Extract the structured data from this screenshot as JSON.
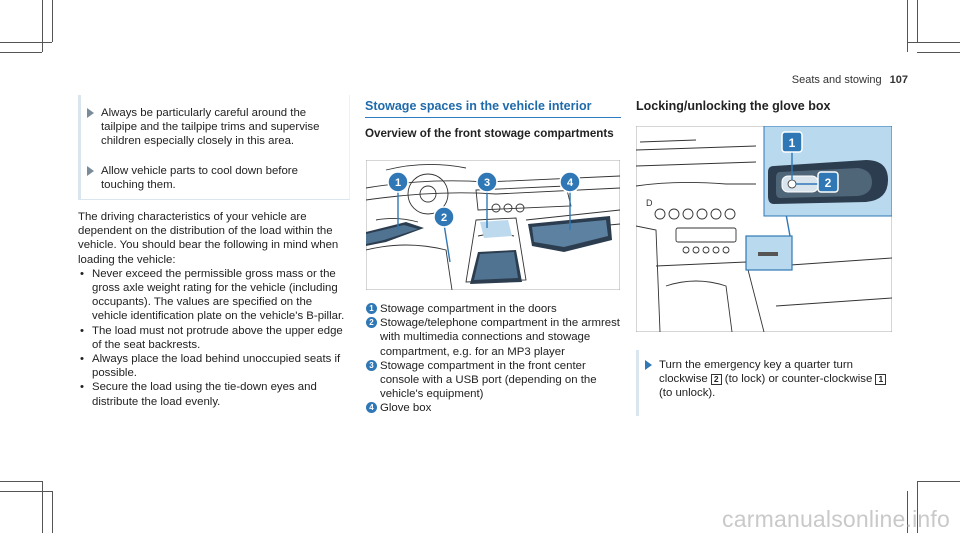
{
  "header": {
    "section": "Seats and stowing",
    "page": "107"
  },
  "left_column": {
    "warning_items": [
      "Always be particularly careful around the tailpipe and the tailpipe trims and supervise children especially closely in this area.",
      "Allow vehicle parts to cool down before touching them."
    ],
    "paragraph": "The driving characteristics of your vehicle are dependent on the distribution of the load within the vehicle. You should bear the following in mind when loading the vehicle:",
    "bullets": [
      "Never exceed the permissible gross mass or the gross axle weight rating for the vehicle (including occupants). The values are specified on the vehicle identification plate on the vehicle's B-pillar.",
      "The load must not protrude above the upper edge of the seat backrests.",
      "Always place the load behind unoccupied seats if possible.",
      "Secure the load using the tie-down eyes and distribute the load evenly."
    ]
  },
  "middle_column": {
    "section_title": "Stowage spaces in the vehicle interior",
    "subsection_title": "Overview of the front stowage compartments",
    "callouts": [
      "1",
      "2",
      "3",
      "4"
    ],
    "legend": [
      {
        "num": "1",
        "text": "Stowage compartment in the doors"
      },
      {
        "num": "2",
        "text": "Stowage/telephone compartment in the armrest with multimedia connections and stowage compartment, e.g. for an MP3 player"
      },
      {
        "num": "3",
        "text": "Stowage compartment in the front center console with a USB port (depending on the vehicle's equipment)"
      },
      {
        "num": "4",
        "text": "Glove box"
      }
    ]
  },
  "right_column": {
    "title": "Locking/unlocking the glove box",
    "callouts": [
      "1",
      "2"
    ],
    "step": {
      "part1": "Turn the emergency key a quarter turn clockwise ",
      "key_lock": "2",
      "part2": " (to lock) or counter-clockwise ",
      "key_unlock": "1",
      "part3": " (to unlock)."
    }
  },
  "colors": {
    "accent": "#2f78b5",
    "highlight": "#b9d9ef",
    "title_blue": "#1f6aab"
  },
  "watermark": "carmanualsonline.info"
}
